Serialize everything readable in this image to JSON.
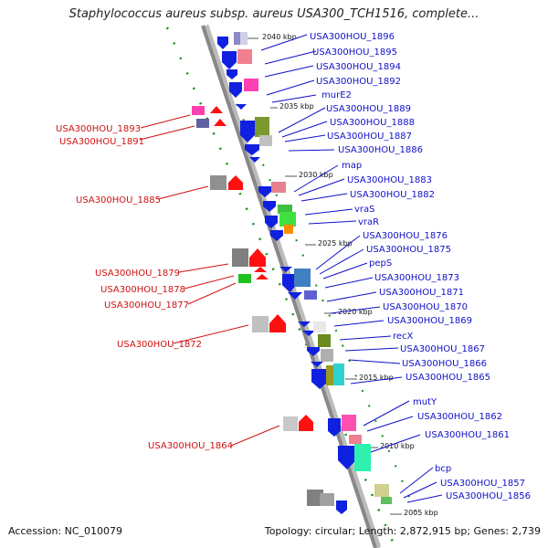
{
  "title": "Staphylococcus aureus subsp. aureus USA300_TCH1516, complete...",
  "footer": {
    "accession": "Accession: NC_010079",
    "summary": "Topology: circular; Length: 2,872,915 bp; Genes: 2,739"
  },
  "colors": {
    "forward_label": "#1010c8",
    "reverse_label": "#d01010",
    "backbone": "#888888",
    "gc_dots": "#1a8a1a",
    "forward_strand_gene": "#1020e0"
  },
  "ticks": [
    "2040 kbp",
    "2035 kbp",
    "2030 kbp",
    "2025 kbp",
    "2020 kbp",
    "2015 kbp",
    "2010 kbp",
    "2005 kbp"
  ],
  "forward_genes": [
    "USA300HOU_1896",
    "USA300HOU_1895",
    "USA300HOU_1894",
    "USA300HOU_1892",
    "murE2",
    "USA300HOU_1889",
    "USA300HOU_1888",
    "USA300HOU_1887",
    "USA300HOU_1886",
    "map",
    "USA300HOU_1883",
    "USA300HOU_1882",
    "vraS",
    "vraR",
    "USA300HOU_1876",
    "USA300HOU_1875",
    "pepS",
    "USA300HOU_1873",
    "USA300HOU_1871",
    "USA300HOU_1870",
    "USA300HOU_1869",
    "recX",
    "USA300HOU_1867",
    "USA300HOU_1866",
    "USA300HOU_1865",
    "mutY",
    "USA300HOU_1862",
    "USA300HOU_1861",
    "bcp",
    "USA300HOU_1857",
    "USA300HOU_1856"
  ],
  "reverse_genes": [
    "USA300HOU_1893",
    "USA300HOU_1891",
    "USA300HOU_1885",
    "USA300HOU_1879",
    "USA300HOU_1878",
    "USA300HOU_1877",
    "USA300HOU_1872",
    "USA300HOU_1864"
  ]
}
